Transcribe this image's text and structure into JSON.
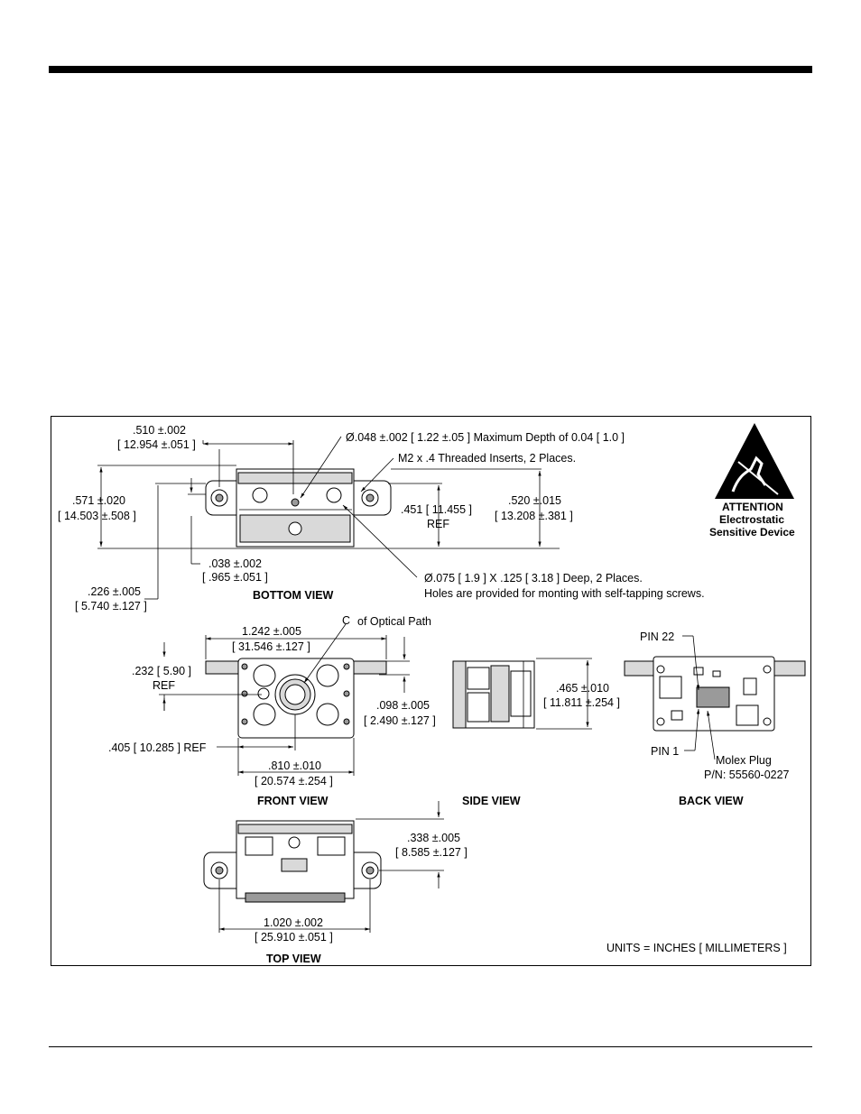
{
  "drawing": {
    "bottom_view": {
      "title": "BOTTOM VIEW",
      "dim_510": [
        ".510 ±.002",
        "[ 12.954 ±.051 ]"
      ],
      "dim_048": "Ø.048 ±.002 [ 1.22 ±.05 ] Maximum Depth of 0.04 [ 1.0 ]",
      "dim_m2": "M2 x .4 Threaded Inserts, 2 Places.",
      "dim_571": [
        ".571 ±.020",
        "[ 14.503 ±.508 ]"
      ],
      "dim_451": [
        ".451 [ 11.455 ]",
        "REF"
      ],
      "dim_520": [
        ".520 ±.015",
        "[ 13.208 ±.381 ]"
      ],
      "dim_038": [
        ".038 ±.002",
        "[ .965 ±.051 ]"
      ],
      "dim_226": [
        ".226 ±.005",
        "[ 5.740 ±.127 ]"
      ],
      "dim_075": [
        "Ø.075 [ 1.9 ] X .125 [ 3.18 ] Deep, 2 Places.",
        "Holes are provided for monting with self-tapping screws."
      ]
    },
    "esd": {
      "line1": "ATTENTION",
      "line2": "Electrostatic",
      "line3": "Sensitive Device"
    },
    "front_view": {
      "title": "FRONT VIEW",
      "optical_path": "of Optical Path",
      "centerline_symbol": "C",
      "dim_1242": [
        "1.242 ±.005",
        "[ 31.546 ±.127 ]"
      ],
      "dim_232": [
        ".232 [ 5.90 ]",
        "REF"
      ],
      "dim_098": [
        ".098 ±.005",
        "[ 2.490 ±.127 ]"
      ],
      "dim_405": ".405 [ 10.285 ] REF",
      "dim_810": [
        ".810 ±.010",
        "[ 20.574 ±.254 ]"
      ]
    },
    "side_view": {
      "title": "SIDE VIEW",
      "dim_465": [
        ".465 ±.010",
        "[ 11.811 ±.254 ]"
      ]
    },
    "back_view": {
      "title": "BACK VIEW",
      "pin22": "PIN 22",
      "pin1": "PIN 1",
      "molex": [
        "Molex Plug",
        "P/N: 55560-0227"
      ]
    },
    "top_view": {
      "title": "TOP VIEW",
      "dim_338": [
        ".338 ±.005",
        "[ 8.585 ±.127 ]"
      ],
      "dim_1020": [
        "1.020 ±.002",
        "[ 25.910 ±.051 ]"
      ]
    },
    "units": "UNITS = INCHES [ MILLIMETERS ]"
  }
}
